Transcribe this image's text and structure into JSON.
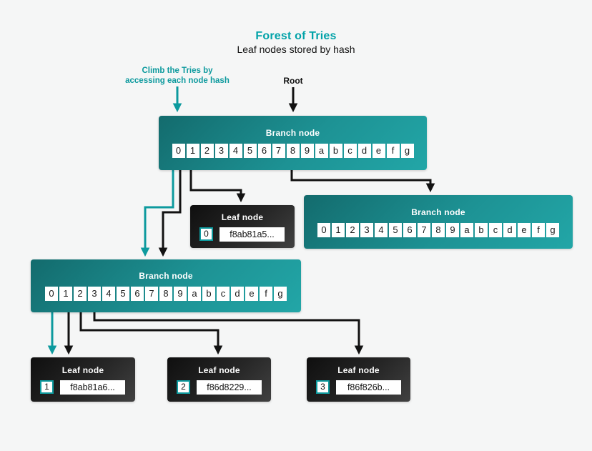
{
  "header": {
    "title": "Forest of Tries",
    "subtitle": "Leaf nodes stored by hash"
  },
  "annotations": {
    "climb_line1": "Climb the Tries by",
    "climb_line2": "accessing each node hash",
    "root": "Root"
  },
  "colors": {
    "background": "#f5f6f6",
    "accent_teal_text": "#00a2a8",
    "accent_teal_line": "#0d9a9e",
    "branch_gradient_dark": "#136b6d",
    "branch_gradient_light": "#22a6a7",
    "leaf_gradient_dark": "#0f0f0f",
    "leaf_gradient_light": "#414141",
    "wire_black": "#121212",
    "cell_background": "#ffffff"
  },
  "nodes": {
    "branch_cells": [
      "0",
      "1",
      "2",
      "3",
      "4",
      "5",
      "6",
      "7",
      "8",
      "9",
      "a",
      "b",
      "c",
      "d",
      "e",
      "f",
      "g"
    ],
    "branch_top": {
      "label": "Branch node"
    },
    "branch_right": {
      "label": "Branch node"
    },
    "branch_lower": {
      "label": "Branch node"
    },
    "leaf_mid": {
      "label": "Leaf node",
      "index": "0",
      "hash": "f8ab81a5..."
    },
    "leaf_1": {
      "label": "Leaf node",
      "index": "1",
      "hash": "f8ab81a6..."
    },
    "leaf_2": {
      "label": "Leaf node",
      "index": "2",
      "hash": "f86d8229..."
    },
    "leaf_3": {
      "label": "Leaf node",
      "index": "3",
      "hash": "f86f826b..."
    }
  }
}
